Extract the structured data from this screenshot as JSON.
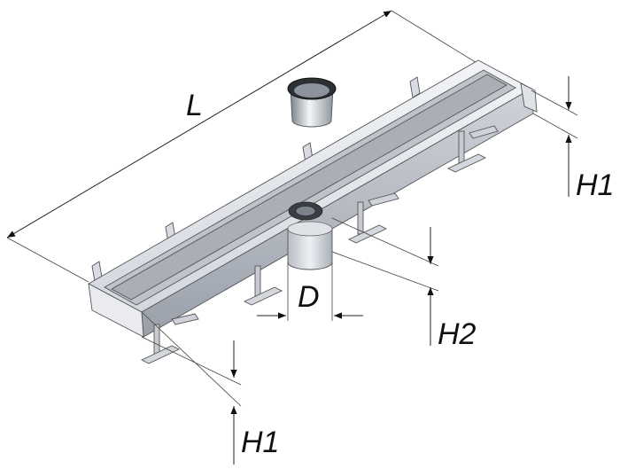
{
  "dimensions": {
    "length": "L",
    "height_end_right": "H1",
    "height_end_left": "H1",
    "height_outlet": "H2",
    "diameter": "D"
  },
  "colors": {
    "steel_light": "#e4e7ec",
    "steel_mid": "#c3c8d0",
    "steel_dark": "#8c929c",
    "line": "#222222"
  }
}
